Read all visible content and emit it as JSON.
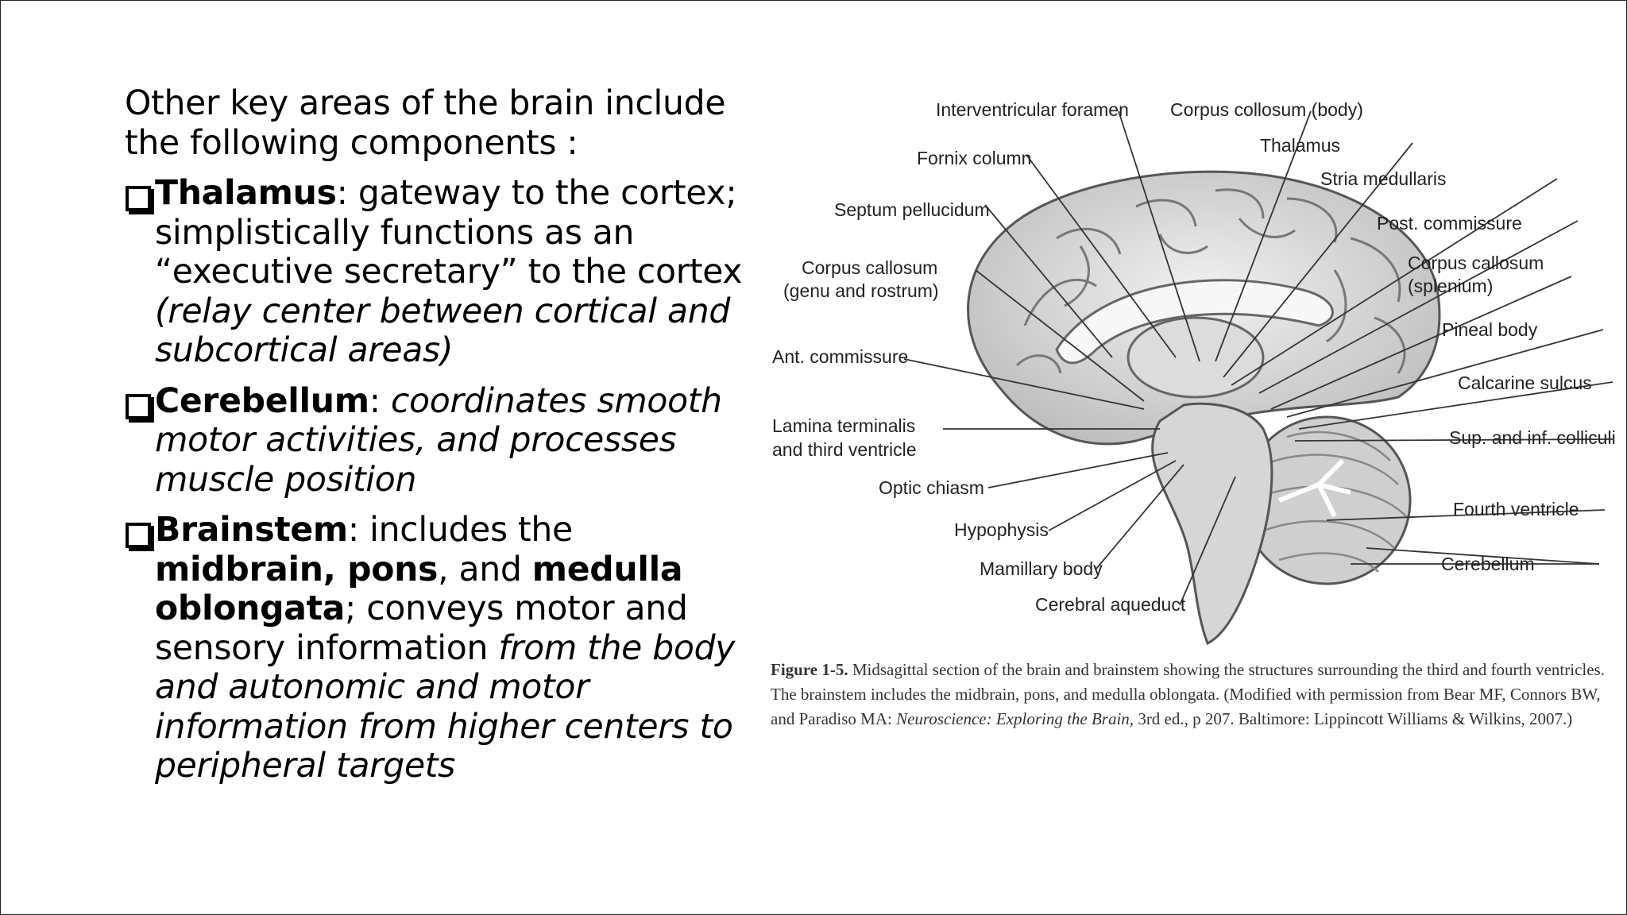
{
  "text": {
    "intro": "Other key areas of the brain include the following components :",
    "thalamus": {
      "term": "Thalamus",
      "desc": ": gateway to the cortex; simplistically functions as an “executive secretary” to the cortex ",
      "italic": "(relay center between cortical and subcortical areas)"
    },
    "cerebellum": {
      "term": "Cerebellum",
      "colon": ": ",
      "italic": "coordinates smooth motor activities, and processes muscle position"
    },
    "brainstem": {
      "term": "Brainstem",
      "t1": ": includes the ",
      "b1": "midbrain, pons",
      "t2": ", and ",
      "b2": "medulla oblongata",
      "t3": "; conveys motor and sensory information ",
      "italic": "from the body and autonomic and motor information from higher centers to peripheral targets"
    }
  },
  "labels": {
    "interventricular_foramen": "Interventricular foramen",
    "corpus_collosum_body": "Corpus collosum (body)",
    "thalamus": "Thalamus",
    "fornix_column": "Fornix column",
    "stria_medullaris": "Stria medullaris",
    "septum_pellucidum": "Septum pellucidum",
    "post_commissure": "Post. commissure",
    "corpus_callosum_genu_1": "Corpus callosum",
    "corpus_callosum_genu_2": "(genu and rostrum)",
    "corpus_callosum_splenium_1": "Corpus callosum",
    "corpus_callosum_splenium_2": "(splenium)",
    "pineal_body": "Pineal body",
    "ant_commissure": "Ant. commissure",
    "calcarine_sulcus": "Calcarine sulcus",
    "lamina_terminalis_1": "Lamina terminalis",
    "lamina_terminalis_2": "and third ventricle",
    "sup_inf_colliculi": "Sup. and inf. colliculi",
    "optic_chiasm": "Optic chiasm",
    "fourth_ventricle": "Fourth ventricle",
    "hypophysis": "Hypophysis",
    "cerebellum": "Cerebellum",
    "mamillary_body": "Mamillary body",
    "cerebral_aqueduct": "Cerebral aqueduct"
  },
  "caption": {
    "figure_label": "Figure 1-5.",
    "text1": " Midsagittal section of the brain and brainstem showing the structures surrounding the third and fourth ventricles. The brainstem includes the midbrain, pons, and medulla oblongata. (Modified with permission from Bear MF, Connors BW, and Paradiso MA: ",
    "book": "Neuroscience: Exploring the Brain,",
    "text2": " 3rd ed., p 207. Baltimore: Lippincott Williams & Wilkins, 2007.)"
  }
}
